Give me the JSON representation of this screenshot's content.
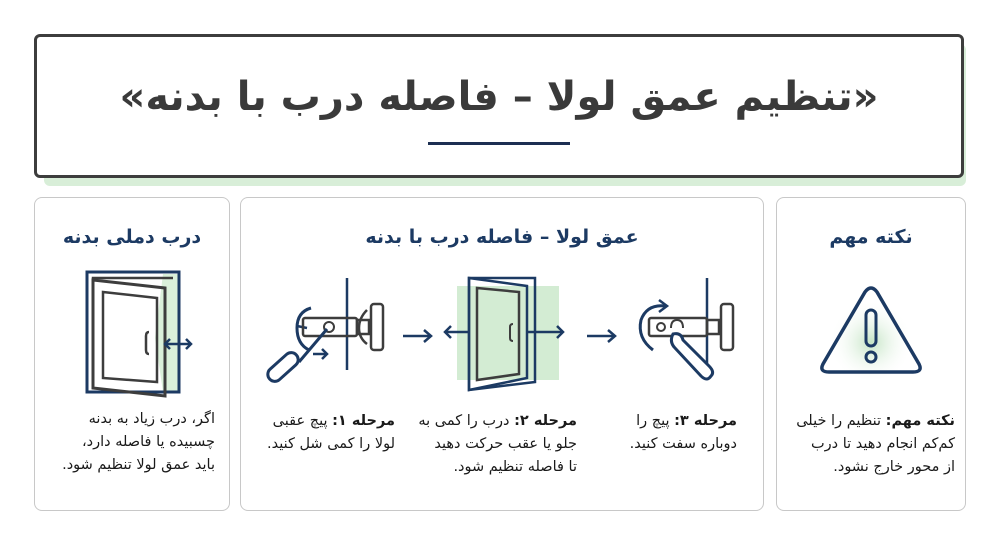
{
  "title": {
    "text": "«تنظیم عمق لولا – فاصله درب با بدنه»"
  },
  "cards": {
    "left": {
      "heading": "درب دملی بدنه",
      "illustration": "open-door-gap-icon",
      "body": [
        "اگر، درب زیاد به بدنه",
        "چسبیده یا فاصله دارد،",
        "باید عمق لولا تنظیم شود."
      ]
    },
    "middle": {
      "heading": "عمق لولا – فاصله درب با بدنه",
      "steps": [
        {
          "icon": "screwdriver-hinge-icon",
          "label": "مرحله ۱:",
          "lines": [
            "پیچ عقبی",
            "لولا را کمی شل کنید."
          ]
        },
        {
          "icon": "door-move-icon",
          "label": "مرحله ۲:",
          "lines": [
            "درب را کمی به",
            "جلو یا عقب حرکت دهید",
            "تا فاصله تنظیم شود."
          ]
        },
        {
          "icon": "wrench-hinge-icon",
          "label": "مرحله ۳:",
          "lines": [
            "پیچ را",
            "دوباره سفت کنید."
          ]
        }
      ]
    },
    "right": {
      "heading": "نکته مهم",
      "illustration": "warning-triangle-icon",
      "label": "نکته مهم:",
      "lines": [
        "تنظیم را خیلی",
        "کم‌کم انجام دهید تا درب",
        "از محور خارج نشود."
      ]
    }
  },
  "colors": {
    "navy": "#1c3a63",
    "dark_gray": "#3d3d3d",
    "green_tint": "#d3ecd3",
    "border": "#c8c8c8"
  }
}
